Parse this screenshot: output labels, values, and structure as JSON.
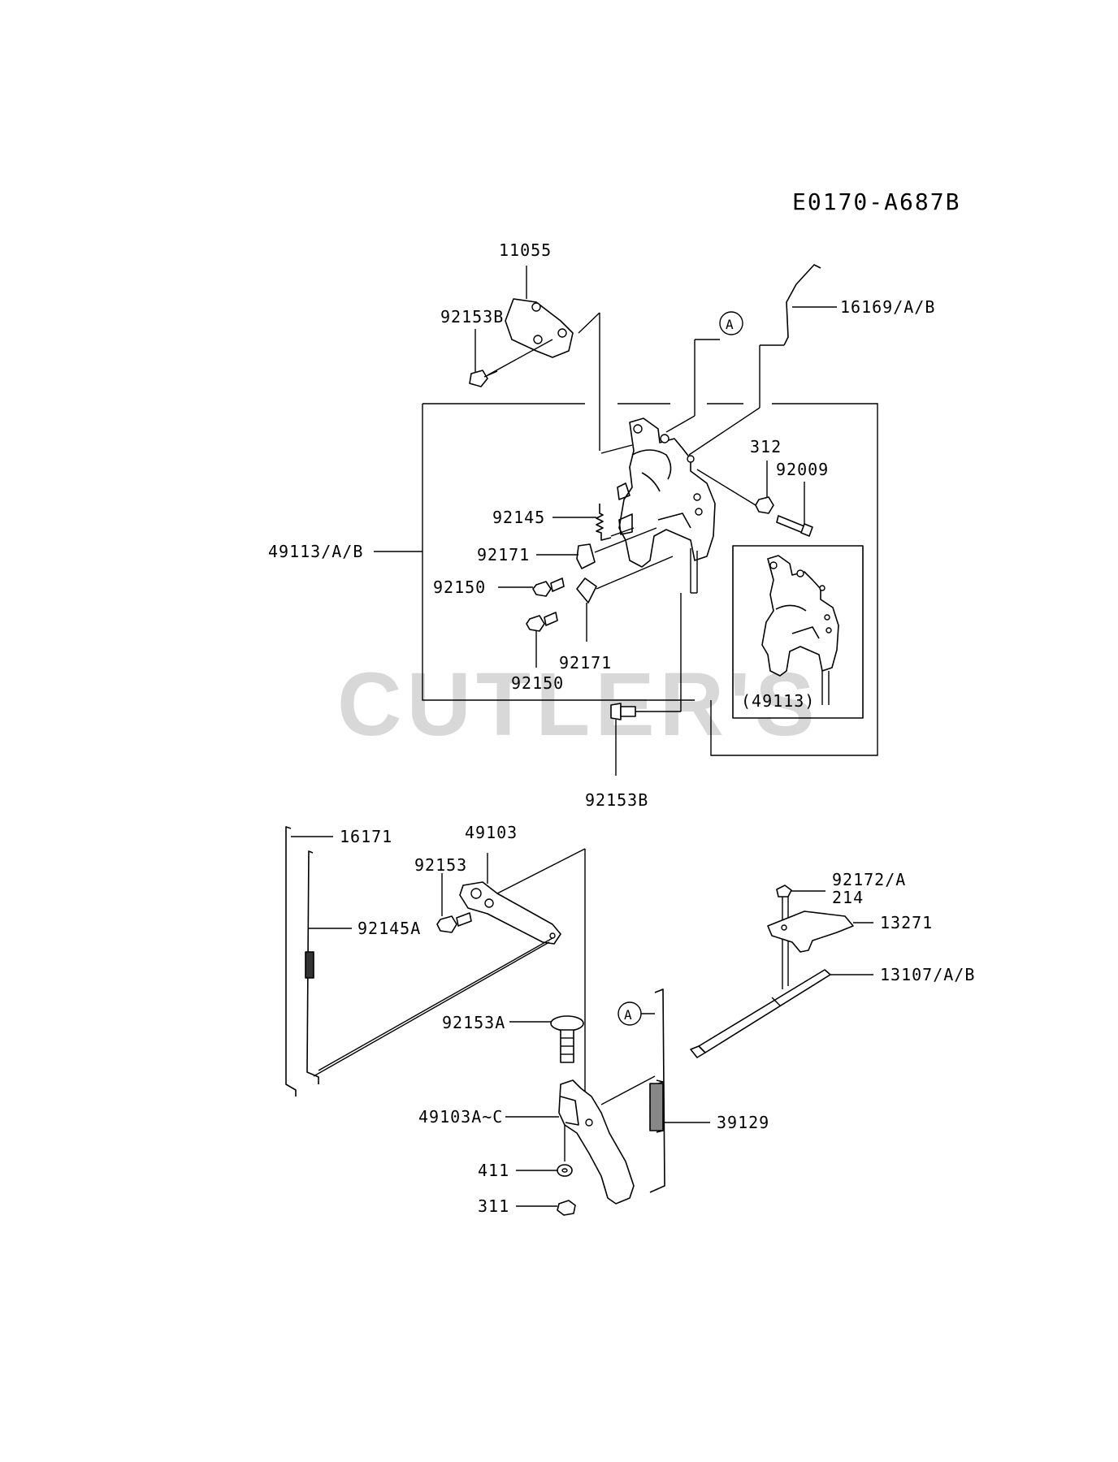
{
  "diagram": {
    "code": "E0170-A687B",
    "watermark": "CUTLER'S",
    "callout_letter": "A",
    "labels": {
      "p11055": "11055",
      "p92153B_top": "92153B",
      "p16169": "16169/A/B",
      "p312": "312",
      "p92009": "92009",
      "p92145": "92145",
      "p49113": "49113/A/B",
      "p92171_a": "92171",
      "p92150_a": "92150",
      "p92150_b": "92150",
      "p92171_b": "92171",
      "inset": "(49113)",
      "p92153B_bottom": "92153B",
      "p16171": "16171",
      "p49103": "49103",
      "p92153": "92153",
      "p92145A": "92145A",
      "p92172": "92172/A",
      "p214": "214",
      "p13271": "13271",
      "p13107": "13107/A/B",
      "p92153A": "92153A",
      "p49103A": "49103A~C",
      "p39129": "39129",
      "p411": "411",
      "p311": "311"
    }
  }
}
